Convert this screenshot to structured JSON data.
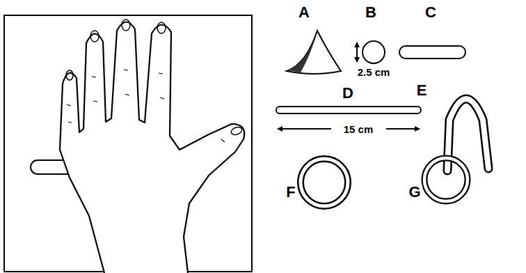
{
  "diagram": {
    "labels": [
      "A",
      "B",
      "C",
      "2.5 cm",
      "D",
      "15 cm",
      "E",
      "F",
      "G"
    ]
  }
}
